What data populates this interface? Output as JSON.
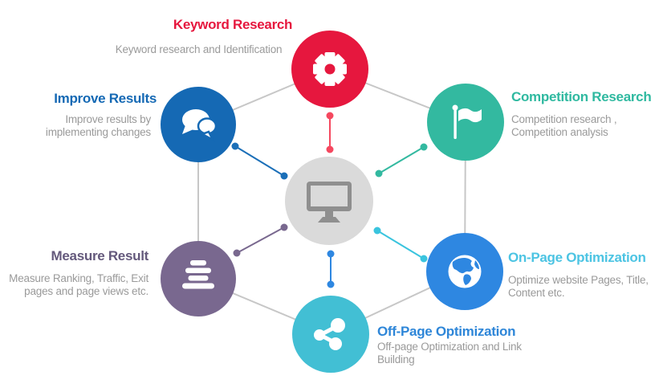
{
  "colors": {
    "connector": "#c7c7c7",
    "description_text": "#9a9a9a",
    "background": "#ffffff",
    "icon_glyph": "#ffffff"
  },
  "center": {
    "icon": "desktop-monitor",
    "circle_color": "#dadada",
    "icon_color": "#8f8f8f"
  },
  "nodes": {
    "keyword": {
      "title": "Keyword Research",
      "description": "Keyword research and Identification",
      "icon": "gear",
      "circle_color": "#e6173e",
      "title_color": "#e6173e",
      "spoke_color": "#f5485f"
    },
    "competition": {
      "title": "Competition Research",
      "description": "Competition research , Competition analysis",
      "icon": "flag",
      "circle_color": "#33b9a0",
      "title_color": "#2fb9a0",
      "spoke_color": "#33b9a0"
    },
    "onpage": {
      "title": "On-Page Optimization",
      "description": "Optimize website Pages, Title, Content etc.",
      "icon": "globe",
      "circle_color": "#2e87e1",
      "title_color": "#4cc4e3",
      "spoke_color": "#3ac4de"
    },
    "offpage": {
      "title": "Off-Page Optimization",
      "description": "Off-page Optimization and Link Building",
      "icon": "share",
      "circle_color": "#42bfd4",
      "title_color": "#2e86d8",
      "spoke_color": "#2e87e1"
    },
    "measure": {
      "title": "Measure Result",
      "description": "Measure Ranking, Traffic, Exit pages and page views etc.",
      "icon": "bar-stack",
      "circle_color": "#79688f",
      "title_color": "#64597c",
      "spoke_color": "#79688f"
    },
    "improve": {
      "title": "Improve Results",
      "description": "Improve results by implementing changes",
      "icon": "chat-bubbles",
      "circle_color": "#1569b4",
      "title_color": "#1569b4",
      "spoke_color": "#1b6fb8"
    }
  }
}
